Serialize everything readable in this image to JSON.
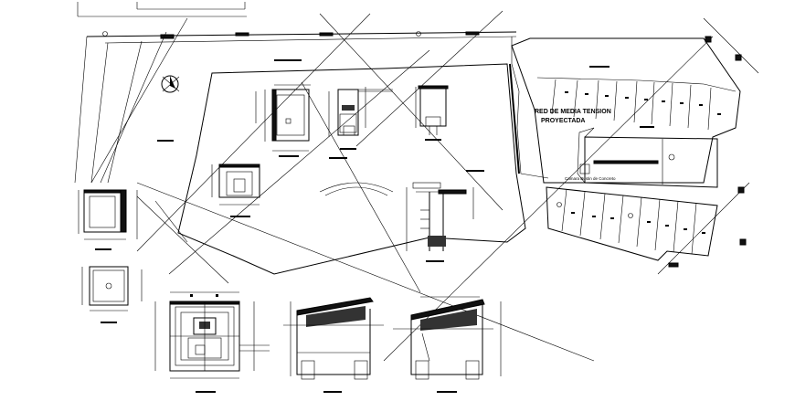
{
  "site_plan": {
    "network_title_line1": "RED DE MEDIA TENSION",
    "network_title_line2": "PROYECTADA",
    "substation_label": "Camara Bustin de Concreto"
  },
  "colors": {
    "line": "#000000",
    "background": "#ffffff",
    "fill_dark": "#111111"
  }
}
